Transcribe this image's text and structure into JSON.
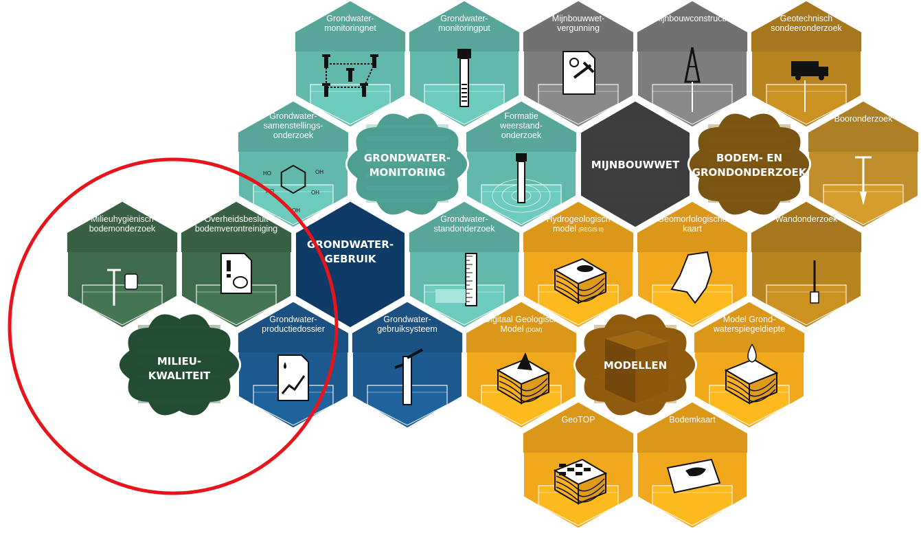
{
  "categories": [
    {
      "id": "gw-monitoring",
      "lines": [
        "GRONDWATER-",
        "MONITORING"
      ],
      "color": "#4f9e92"
    },
    {
      "id": "mijnbouwwet",
      "lines": [
        "MIJNBOUWWET"
      ],
      "color": "#3d3d3f"
    },
    {
      "id": "bodem",
      "lines": [
        "BODEM- EN",
        "GRONDONDERZOEK"
      ],
      "color": "#7a5412"
    },
    {
      "id": "gw-gebruik",
      "lines": [
        "GRONDWATER-",
        "GEBRUIK"
      ],
      "color": "#0d3b66"
    },
    {
      "id": "milieu",
      "lines": [
        "MILIEU-",
        "KWALITEIT"
      ],
      "color": "#234d33"
    },
    {
      "id": "modellen",
      "lines": [
        "MODELLEN"
      ],
      "color": "#8f5b0e"
    }
  ],
  "tiles": [
    {
      "id": "gw-monitoringnet",
      "lines": [
        "Grondwater-",
        "monitoringnet"
      ],
      "color": "#62b8aa"
    },
    {
      "id": "gw-monitoringput",
      "lines": [
        "Grondwater-",
        "monitoringput"
      ],
      "color": "#62b8aa"
    },
    {
      "id": "mijnbouwwet-vergunning",
      "lines": [
        "Mijnbouwwet-",
        "vergunning"
      ],
      "color": "#7d7d7f"
    },
    {
      "id": "mijnbouwconstructie",
      "lines": [
        "Mijnbouwconstructie"
      ],
      "color": "#7d7d7f"
    },
    {
      "id": "geotechnisch",
      "lines": [
        "Geotechnisch",
        "sondeeronderzoek"
      ],
      "color": "#b8841f"
    },
    {
      "id": "gw-samenstelling",
      "lines": [
        "Grondwater-",
        "samenstellings-",
        "onderzoek"
      ],
      "color": "#62b8aa"
    },
    {
      "id": "formatieweerstand",
      "lines": [
        "Formatie",
        "weerstand-",
        "onderzoek"
      ],
      "color": "#62b8aa"
    },
    {
      "id": "booronderzoek",
      "lines": [
        "Booronderzoek"
      ],
      "color": "#c08e2a"
    },
    {
      "id": "milieuhygienisch",
      "lines": [
        "Milieuhygiënisch",
        "bodemonderzoek"
      ],
      "color": "#3e6b4c"
    },
    {
      "id": "overheidsbesluit",
      "lines": [
        "Overheidsbesluit",
        "bodemverontreiniging"
      ],
      "color": "#3e6b4c"
    },
    {
      "id": "gw-standonderzoek",
      "lines": [
        "Grondwater-",
        "standonderzoek"
      ],
      "color": "#62b8aa"
    },
    {
      "id": "hydrogeologisch",
      "lines": [
        "Hydrogeologisch",
        "model"
      ],
      "sub": "(REGIS II)",
      "color": "#f2a81d"
    },
    {
      "id": "geomorfologische",
      "lines": [
        "Geomorfologische",
        "kaart"
      ],
      "color": "#f2a81d"
    },
    {
      "id": "wandonderzoek",
      "lines": [
        "Wandonderzoek"
      ],
      "color": "#b8841f"
    },
    {
      "id": "gw-productiedossier",
      "lines": [
        "Grondwater-",
        "productiedossier"
      ],
      "color": "#1d5a8f"
    },
    {
      "id": "gw-gebruiksysteem",
      "lines": [
        "Grondwater-",
        "gebruiksysteem"
      ],
      "color": "#1d5a8f"
    },
    {
      "id": "dgm",
      "lines": [
        "Digitaal Geologisch",
        "Model"
      ],
      "sub": "(DGM)",
      "color": "#f2a81d"
    },
    {
      "id": "model-grondwaterspiegeldiepte",
      "lines": [
        "Model Grond-",
        "waterspiegeldiepte"
      ],
      "color": "#f2a81d"
    },
    {
      "id": "geotop",
      "lines": [
        "GeoTOP"
      ],
      "color": "#f2a81d"
    },
    {
      "id": "bodemkaart",
      "lines": [
        "Bodemkaart"
      ],
      "color": "#f2a81d"
    }
  ],
  "highlight": {
    "color": "#e8141b"
  }
}
